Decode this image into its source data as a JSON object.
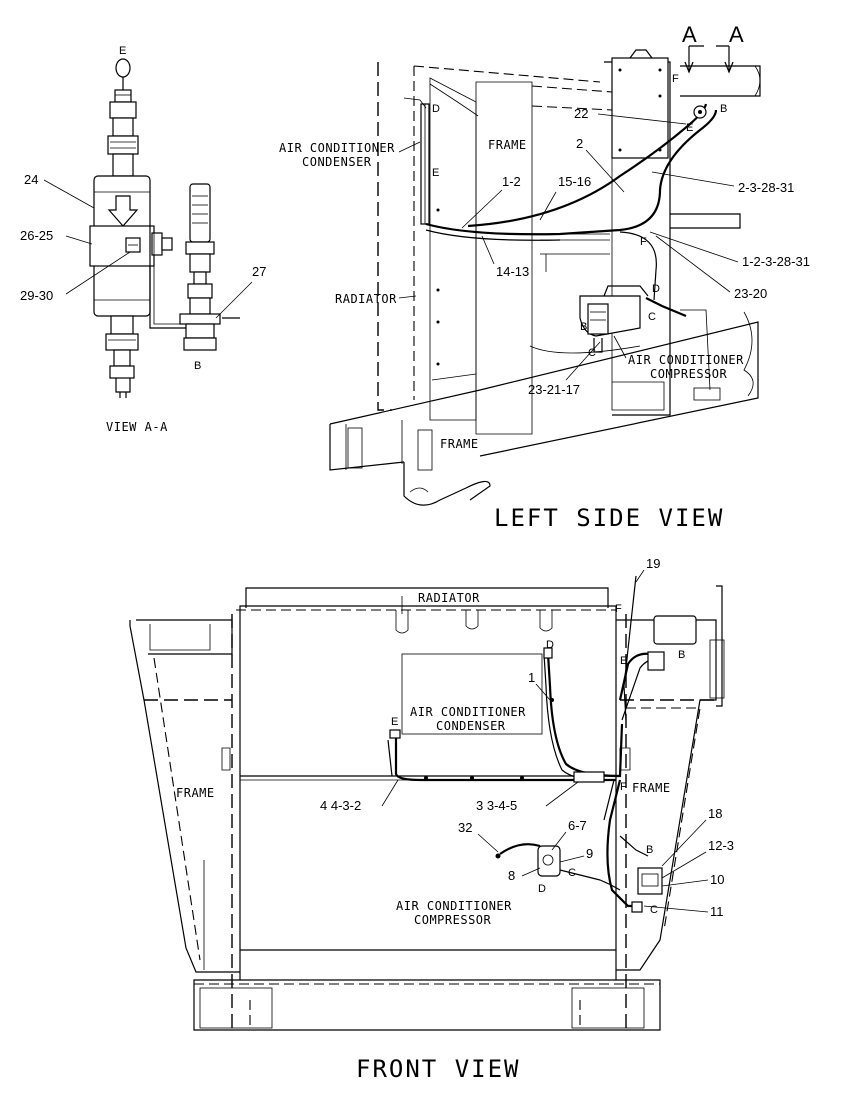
{
  "view_aa": {
    "caption": "VIEW A-A",
    "labels": {
      "e": "E",
      "b": "B",
      "n24": "24",
      "n26_25": "26-25",
      "n29_30": "29-30",
      "n27": "27"
    }
  },
  "left_side_view": {
    "caption": "LEFT SIDE VIEW",
    "section_marker": "A",
    "names": {
      "condenser_line1": "AIR CONDITIONER",
      "condenser_line2": "CONDENSER",
      "frame_top": "FRAME",
      "radiator": "RADIATOR",
      "compressor_line1": "AIR CONDITIONER",
      "compressor_line2": "COMPRESSOR",
      "frame_bottom": "FRAME"
    },
    "callouts": {
      "n22": "22",
      "n2": "2",
      "n1_2": "1-2",
      "n15_16": "15-16",
      "n2_3_28_31": "2-3-28-31",
      "n1_2_3_28_31": "1-2-3-28-31",
      "n14_13": "14-13",
      "n23_20": "23-20",
      "n23_21_17": "23-21-17"
    },
    "letters": {
      "d": "D",
      "e": "E",
      "f": "F",
      "b": "B",
      "c": "C"
    }
  },
  "front_view": {
    "caption": "FRONT VIEW",
    "names": {
      "radiator": "RADIATOR",
      "condenser_line1": "AIR CONDITIONER",
      "condenser_line2": "CONDENSER",
      "frame_left": "FRAME",
      "frame_right": "FRAME",
      "compressor_line1": "AIR CONDITIONER",
      "compressor_line2": "COMPRESSOR"
    },
    "callouts": {
      "n19": "19",
      "n1": "1",
      "n4_4_3_2": "4 4-3-2",
      "n3_3_4_5": "3 3-4-5",
      "n32": "32",
      "n6_7": "6-7",
      "n9": "9",
      "n8": "8",
      "n18": "18",
      "n12_3": "12-3",
      "n10": "10",
      "n11": "11"
    },
    "letters": {
      "d": "D",
      "e": "E",
      "f": "F",
      "b": "B",
      "c": "C"
    }
  }
}
